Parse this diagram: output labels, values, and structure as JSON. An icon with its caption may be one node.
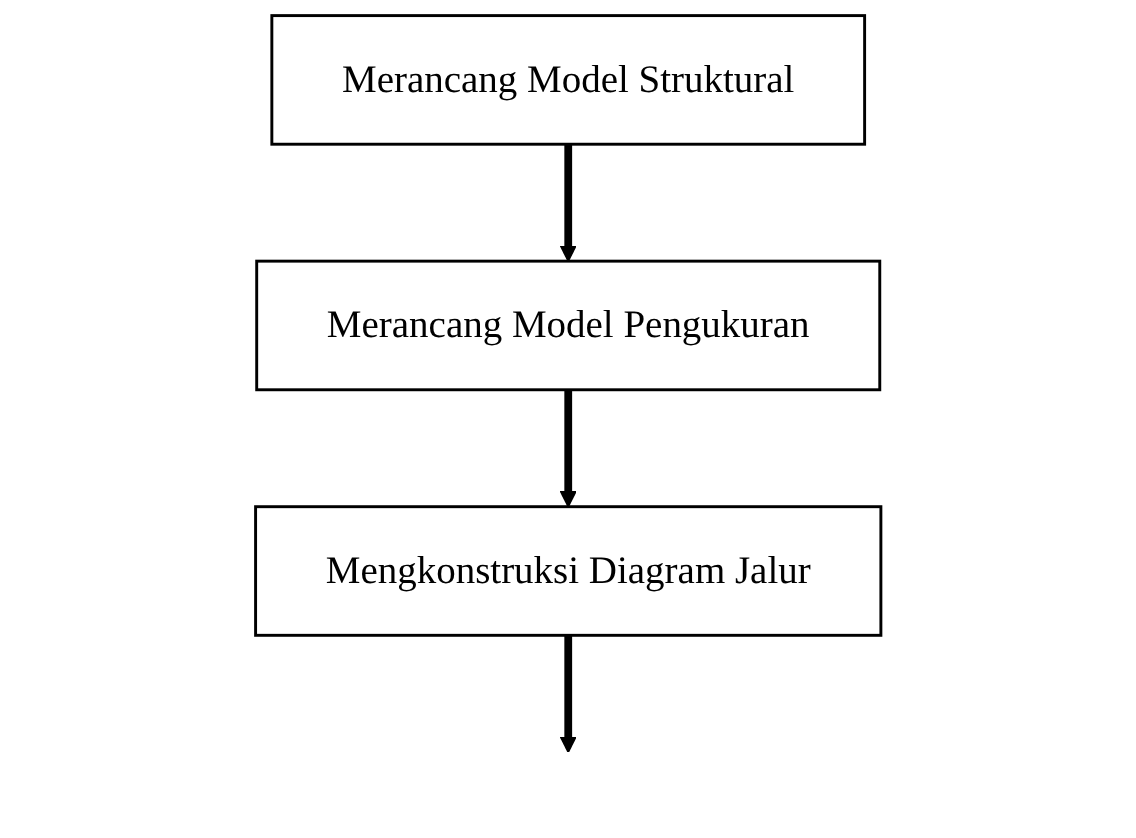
{
  "diagram": {
    "nodes": [
      {
        "text": [
          "Merancang Model Struktural"
        ]
      },
      {
        "text": [
          "Merancang Model Pengukuran"
        ]
      },
      {
        "text": [
          "Mengkonstruksi Diagram Jalur"
        ]
      }
    ],
    "edges": [
      {
        "from": 0,
        "to": 1,
        "arrow": "to"
      },
      {
        "from": 1,
        "to": 2,
        "arrow": "to"
      },
      {
        "from": 2,
        "to": null,
        "arrow": "to"
      }
    ]
  }
}
